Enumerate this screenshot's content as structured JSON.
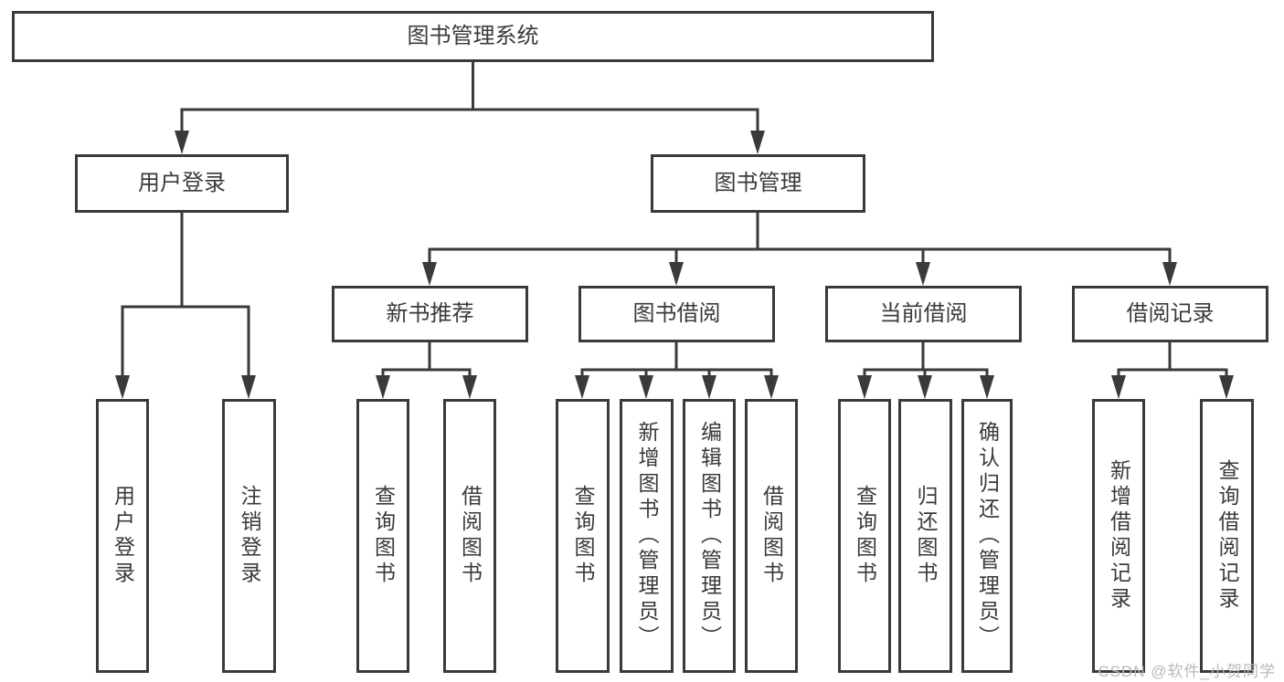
{
  "diagram": {
    "root": {
      "label": "图书管理系统"
    },
    "level2": [
      {
        "label": "用户登录"
      },
      {
        "label": "图书管理"
      }
    ],
    "level3": [
      {
        "label": "新书推荐"
      },
      {
        "label": "图书借阅"
      },
      {
        "label": "当前借阅"
      },
      {
        "label": "借阅记录"
      }
    ],
    "leaves": [
      {
        "label": "用户登录"
      },
      {
        "label": "注销登录"
      },
      {
        "label": "查询图书"
      },
      {
        "label": "借阅图书"
      },
      {
        "label": "查询图书"
      },
      {
        "label": "新增图书（管理员）"
      },
      {
        "label": "编辑图书（管理员）"
      },
      {
        "label": "借阅图书"
      },
      {
        "label": "查询图书"
      },
      {
        "label": "归还图书"
      },
      {
        "label": "确认归还（管理员）"
      },
      {
        "label": "新增借阅记录"
      },
      {
        "label": "查询借阅记录"
      }
    ]
  },
  "watermark": {
    "text": "CSDN @软件_小贺同学"
  },
  "colors": {
    "line": "#3a3a3a",
    "box_border": "#3a3a3a",
    "box_fill": "#ffffff",
    "text": "#3a3a3a",
    "watermark": "#b9b9b9",
    "background": "#ffffff"
  }
}
